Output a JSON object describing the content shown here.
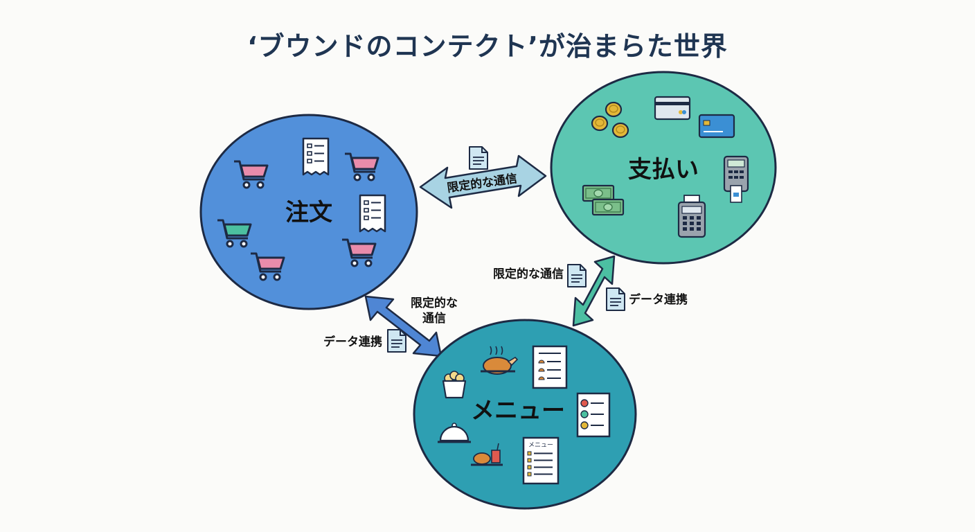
{
  "title": "‘ブウンドのコンテクト’が治まらた世界",
  "contexts": {
    "order": {
      "label": "注文",
      "fill": "#5290da"
    },
    "payment": {
      "label": "支払い",
      "fill": "#5cc6b2"
    },
    "menu": {
      "label": "メニュー",
      "fill": "#2e9fb2"
    }
  },
  "links": {
    "order_payment": {
      "label": "限定的な通信",
      "color": "#a8d3e3"
    },
    "payment_menu": {
      "label_top": "限定的な通信",
      "label_bottom": "データ連携",
      "color": "#4cbfa2"
    },
    "order_menu": {
      "label_top_1": "限定的な",
      "label_top_2": "通信",
      "label_bottom": "データ連携",
      "color": "#4f86d4"
    }
  },
  "menu_card_header": "メニュー",
  "colors": {
    "outline": "#1d2a44",
    "cart_pink": "#e98cab",
    "cart_green": "#4cc0a0",
    "coin": "#e3b838",
    "cash": "#7bbf8a",
    "card": "#3b8fd4"
  }
}
